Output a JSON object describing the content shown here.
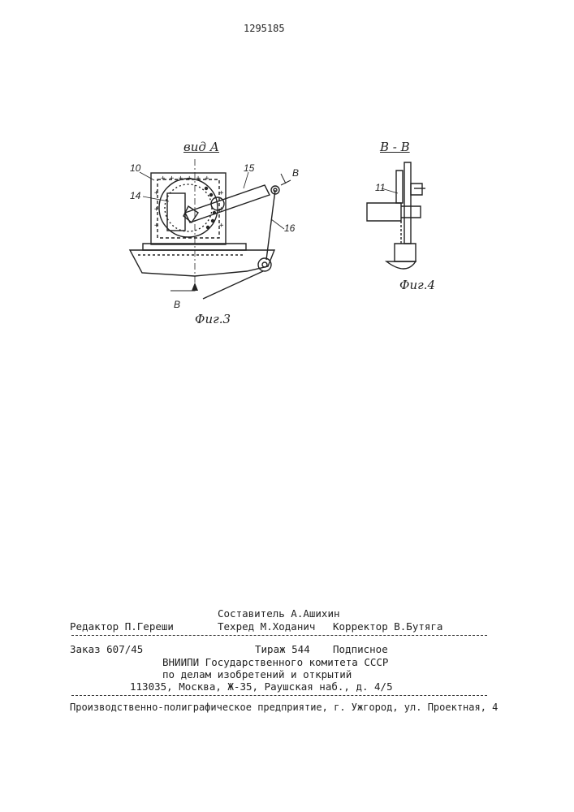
{
  "header": {
    "patent_number": "1295185"
  },
  "figure3": {
    "view_title": "вид А",
    "caption": "Фиг.3",
    "labels": {
      "l10": "10",
      "l14": "14",
      "l15": "15",
      "l16": "16",
      "arrow_top": "В",
      "arrow_bottom": "В"
    }
  },
  "figure4": {
    "section_title": "В - В",
    "caption": "Фиг.4",
    "labels": {
      "l11": "11"
    }
  },
  "imprint": {
    "line1": "Составитель А.Ашихин",
    "line2_editor": "Редактор П.Гереши",
    "line2_techred": "Техред М.Ходанич",
    "line2_corrector": "Корректор В.Бутяга",
    "order": "Заказ 607/45",
    "circulation": "Тираж 544",
    "subscription": "Подписное",
    "org1": "ВНИИПИ Государственного комитета СССР",
    "org2": "по делам изобретений и открытий",
    "address": "113035, Москва, Ж-35, Раушская наб., д. 4/5",
    "printer": "Производственно-полиграфическое предприятие, г. Ужгород, ул. Проектная, 4"
  }
}
